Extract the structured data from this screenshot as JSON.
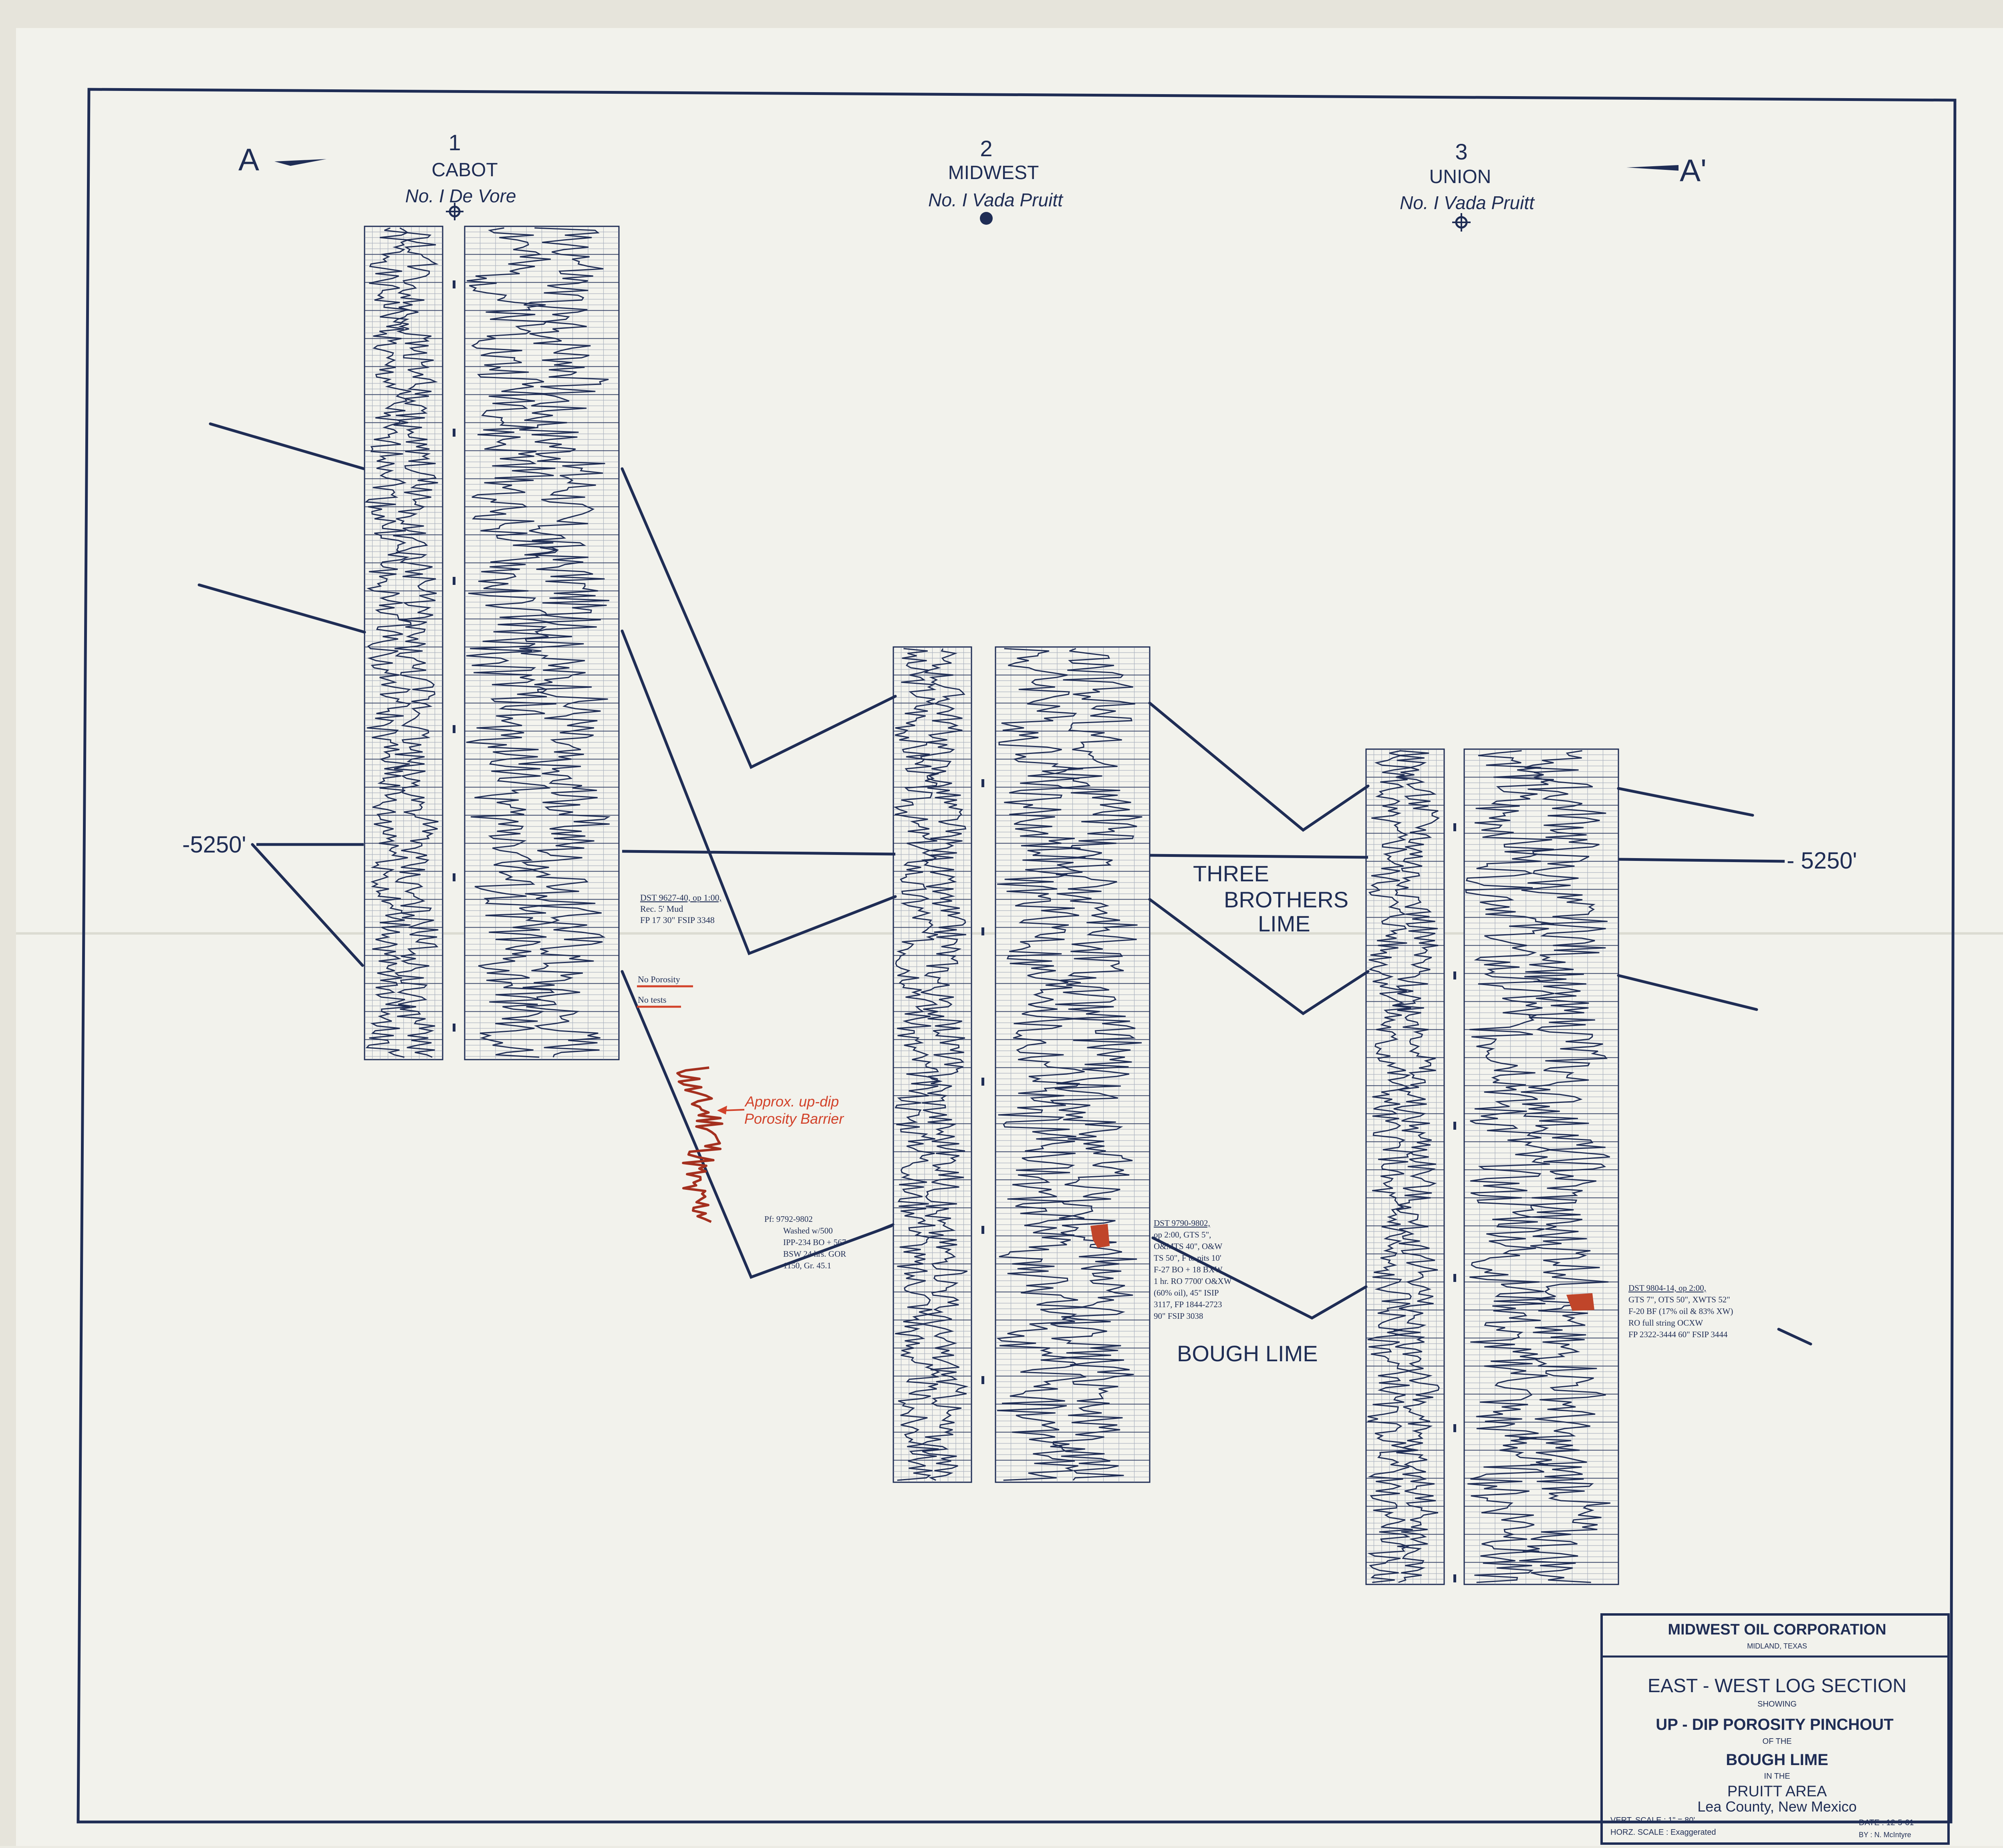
{
  "section": {
    "start_label": "A",
    "end_label": "A'",
    "datum_left": "-5250'",
    "datum_right": "- 5250'"
  },
  "wells": [
    {
      "number": "1",
      "operator": "CABOT",
      "lease": "No. I De Vore"
    },
    {
      "number": "2",
      "operator": "MIDWEST",
      "lease": "No. I Vada Pruitt"
    },
    {
      "number": "3",
      "operator": "UNION",
      "lease": "No. I Vada Pruitt"
    }
  ],
  "formations": {
    "three_brothers": [
      "THREE",
      "BROTHERS",
      "LIME"
    ],
    "bough": "BOUGH LIME"
  },
  "annotations": {
    "dst1": [
      "DST 9627-40, op 1:00,",
      "Rec. 5' Mud",
      "FP 17   30\" FSIP 3348"
    ],
    "no_porosity": "No Porosity",
    "no_tests": "No tests",
    "barrier": [
      "Approx. up-dip",
      "Porosity Barrier"
    ],
    "pf": [
      "Pf: 9792-9802",
      "Washed w/500",
      "IPP-234 BO + 567",
      "BSW 24 hrs. GOR",
      "1150, Gr. 45.1"
    ],
    "dst2": [
      "DST 9790-9802,",
      "op 2:00, GTS 5\",",
      "O&MTS 40\", O&W",
      "TS 50\", F to pits 10'",
      "F-27 BO + 18 BXW",
      "1 hr. RO 7700' O&XW",
      "(60% oil), 45\" ISIP",
      "3117, FP 1844-2723",
      "90\" FSIP 3038"
    ],
    "dst3": [
      "DST 9804-14, op 2:00,",
      "GTS 7\", OTS 50\", XWTS 52\"",
      "F-20 BF (17% oil & 83% XW)",
      "RO full string OCXW",
      "FP 2322-3444  60\" FSIP 3444"
    ]
  },
  "title_block": {
    "company": "MIDWEST OIL CORPORATION",
    "location": "MIDLAND, TEXAS",
    "title": "EAST - WEST LOG SECTION",
    "showing": "SHOWING",
    "subject": "UP - DIP POROSITY PINCHOUT",
    "of_the": "OF THE",
    "formation": "BOUGH LIME",
    "in_the": "IN THE",
    "area": "PRUITT AREA",
    "county": "Lea County, New Mexico",
    "vert_scale": "VERT. SCALE : 1\" = 80'",
    "horz_scale": "HORZ. SCALE : Exaggerated",
    "date": "DATE : 12-5-61",
    "by": "BY : N. McIntyre"
  },
  "colors": {
    "ink": "#1f2d55",
    "red": "#d2422a",
    "paper": "#f2f2ec"
  }
}
